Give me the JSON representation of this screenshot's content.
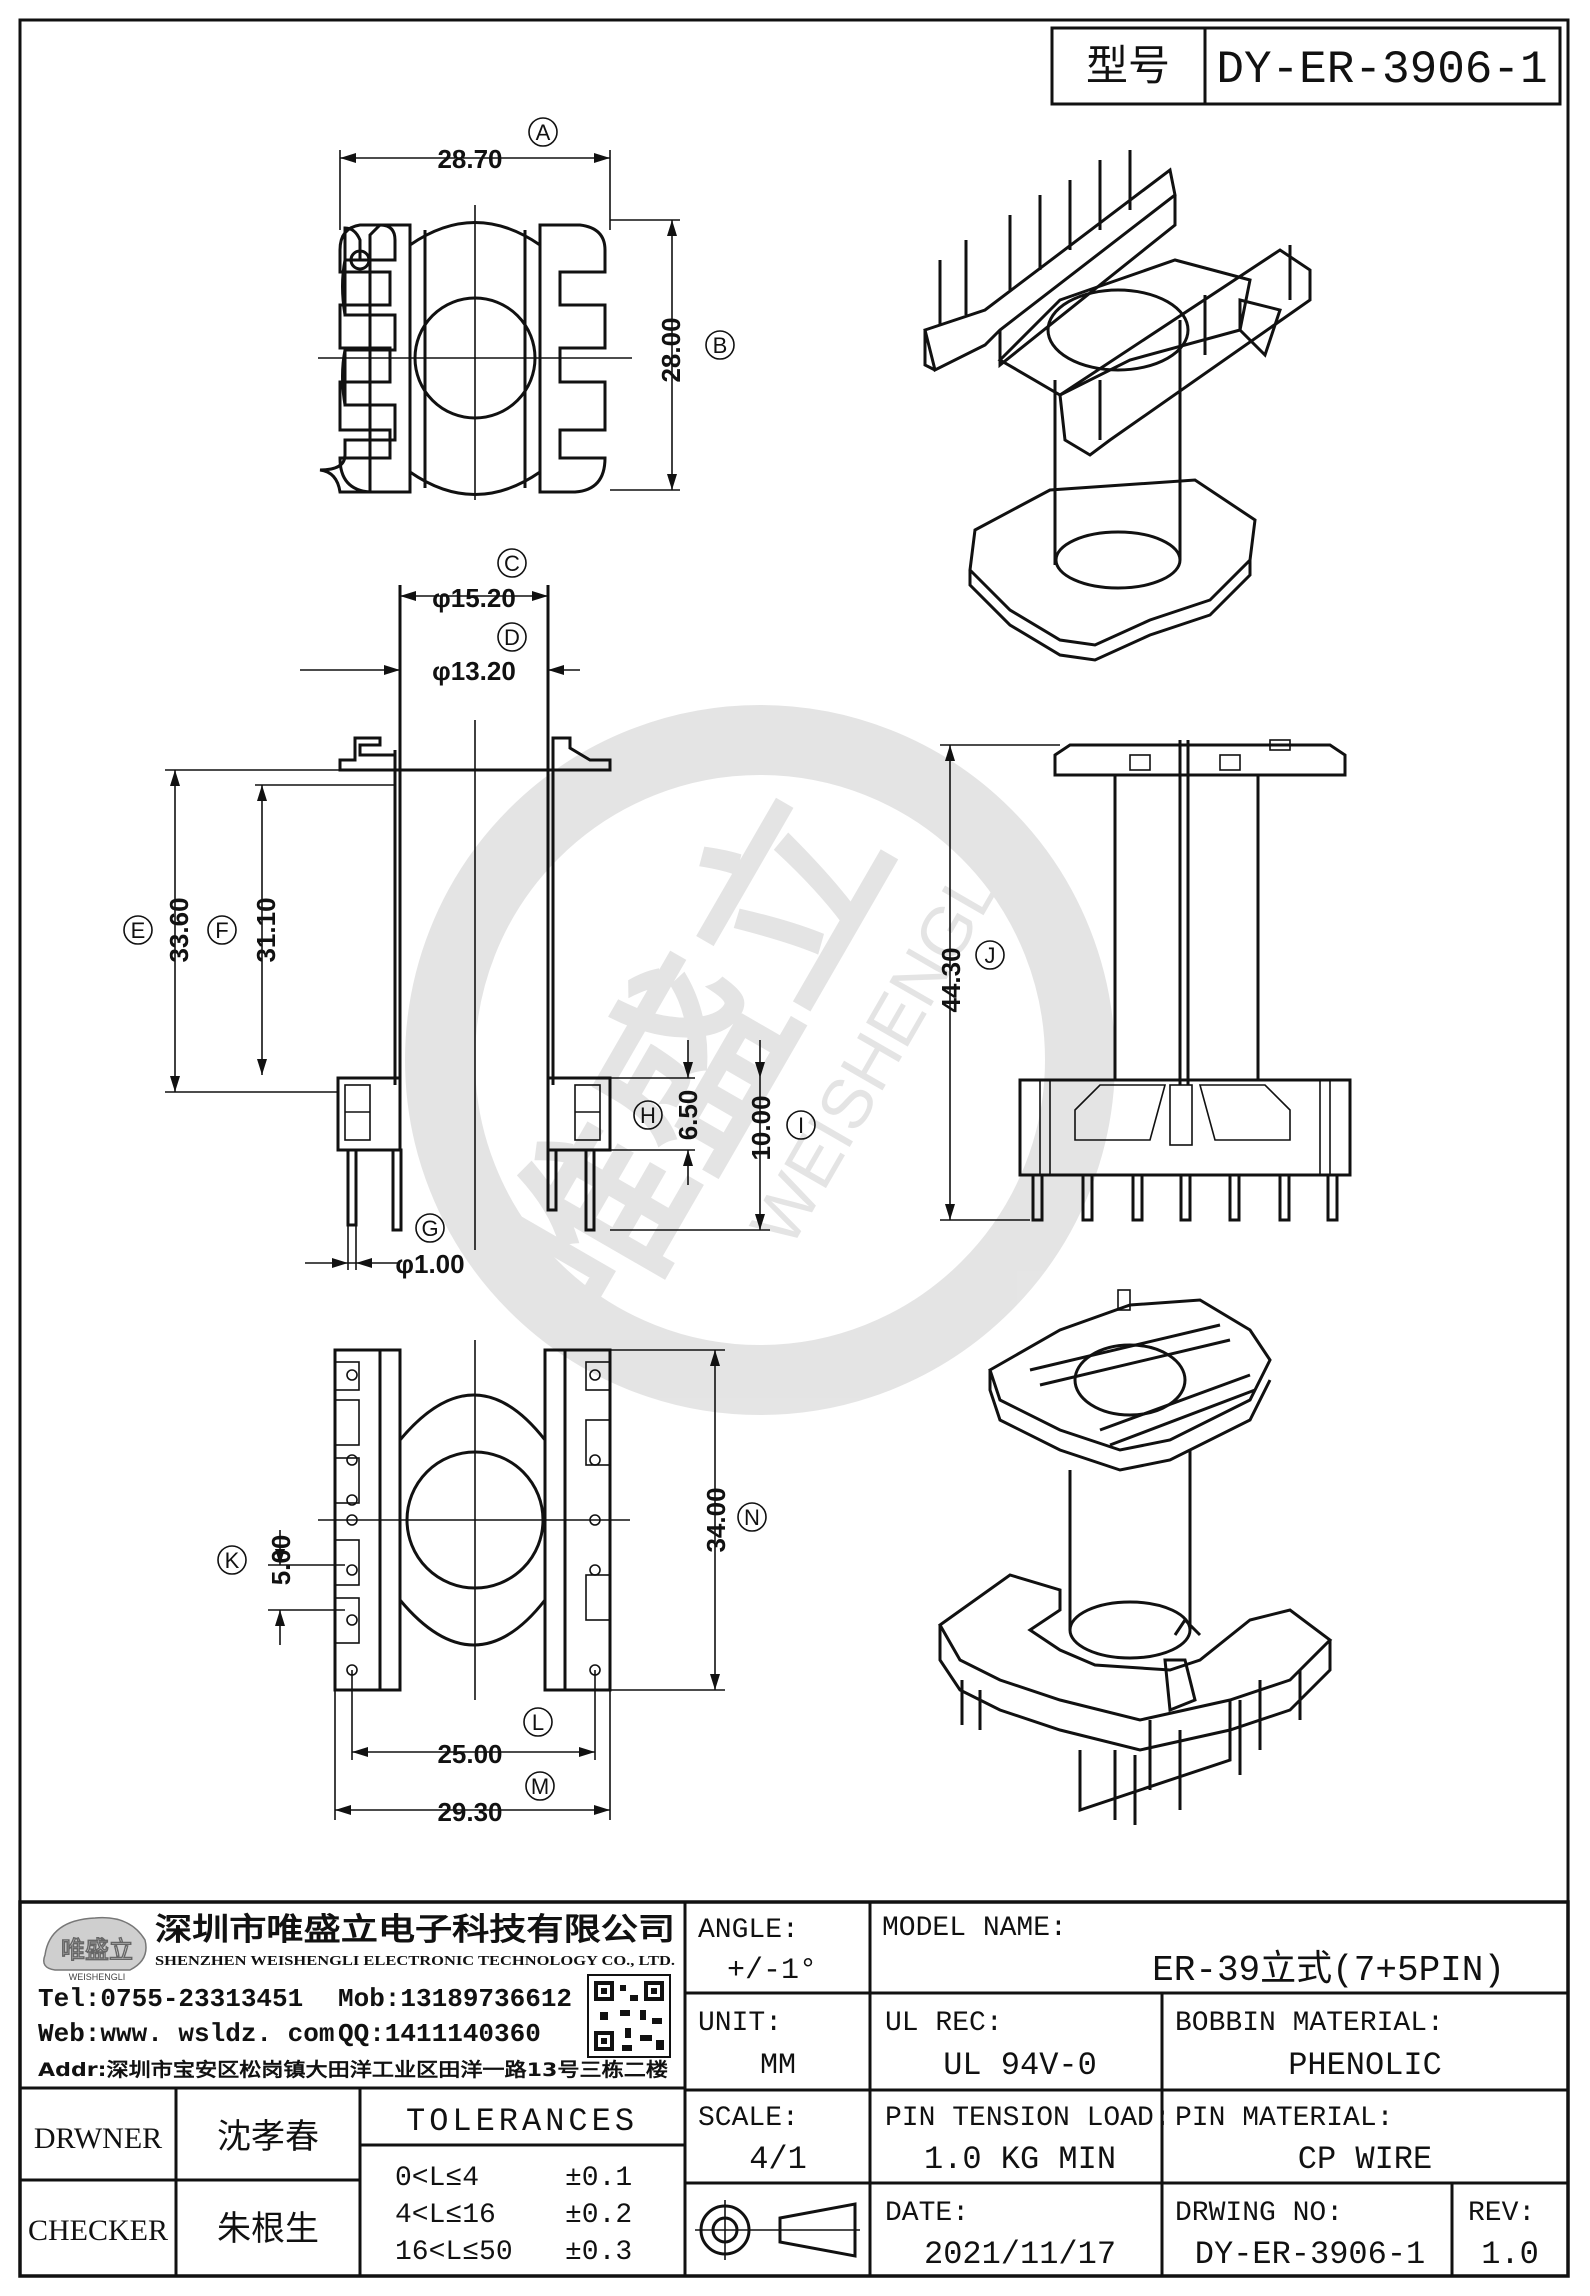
{
  "header": {
    "model_label": "型号",
    "model_value": "DY-ER-3906-1"
  },
  "dimensions": {
    "A": {
      "circle": "A",
      "value": "28.70"
    },
    "B": {
      "circle": "B",
      "value": "28.00"
    },
    "C": {
      "circle": "C",
      "value": "φ15.20"
    },
    "D": {
      "circle": "D",
      "value": "φ13.20"
    },
    "E": {
      "circle": "E",
      "value": "33.60"
    },
    "F": {
      "circle": "F",
      "value": "31.10"
    },
    "G": {
      "circle": "G",
      "value": "φ1.00"
    },
    "H": {
      "circle": "H",
      "value": "6.50"
    },
    "I": {
      "circle": "I",
      "value": "10.00"
    },
    "J": {
      "circle": "J",
      "value": "44.30"
    },
    "K": {
      "circle": "K",
      "value": "5.00"
    },
    "L": {
      "circle": "L",
      "value": "25.00"
    },
    "M": {
      "circle": "M",
      "value": "29.30"
    },
    "N": {
      "circle": "N",
      "value": "34.00"
    }
  },
  "watermark": {
    "brand": "唯盛立",
    "latin": "WEISHENGLI"
  },
  "company": {
    "logo_text": "唯盛立",
    "logo_sub": "WEISHENGLI",
    "name_cn": "深圳市唯盛立电子科技有限公司",
    "name_en": "SHENZHEN WEISHENGLI ELECTRONIC TECHNOLOGY CO., LTD.",
    "tel": "Tel:0755-23313451",
    "mob": "Mob:13189736612",
    "web": "Web:www. wsldz. com",
    "qq": "QQ:1411140360",
    "addr": "Addr:深圳市宝安区松岗镇大田洋工业区田洋一路13号三栋二楼"
  },
  "title_block": {
    "angle_label": "ANGLE:",
    "angle_value": "+/-1°",
    "model_name_label": "MODEL NAME:",
    "model_name_value": "ER-39立式(7+5PIN)",
    "unit_label": "UNIT:",
    "unit_value": "MM",
    "ul_label": "UL REC:",
    "ul_value": "UL 94V-0",
    "bobbin_label": "BOBBIN MATERIAL:",
    "bobbin_value": "PHENOLIC",
    "scale_label": "SCALE:",
    "scale_value": "4/1",
    "pin_tension_label": "PIN TENSION LOAD:",
    "pin_tension_value": "1.0 KG MIN",
    "pin_material_label": "PIN MATERIAL:",
    "pin_material_value": "CP WIRE",
    "date_label": "DATE:",
    "date_value": "2021/11/17",
    "drwing_no_label": "DRWING NO:",
    "drwing_no_value": "DY-ER-3906-1",
    "rev_label": "REV:",
    "rev_value": "1.0",
    "drwner_label": "DRWNER",
    "drwner_value": "沈孝春",
    "checker_label": "CHECKER",
    "checker_value": "朱根生",
    "tolerances_title": "TOLERANCES",
    "tolerances": [
      {
        "range": "0<L≤4",
        "value": "±0.1"
      },
      {
        "range": "4<L≤16",
        "value": "±0.2"
      },
      {
        "range": "16<L≤50",
        "value": "±0.3"
      }
    ]
  }
}
